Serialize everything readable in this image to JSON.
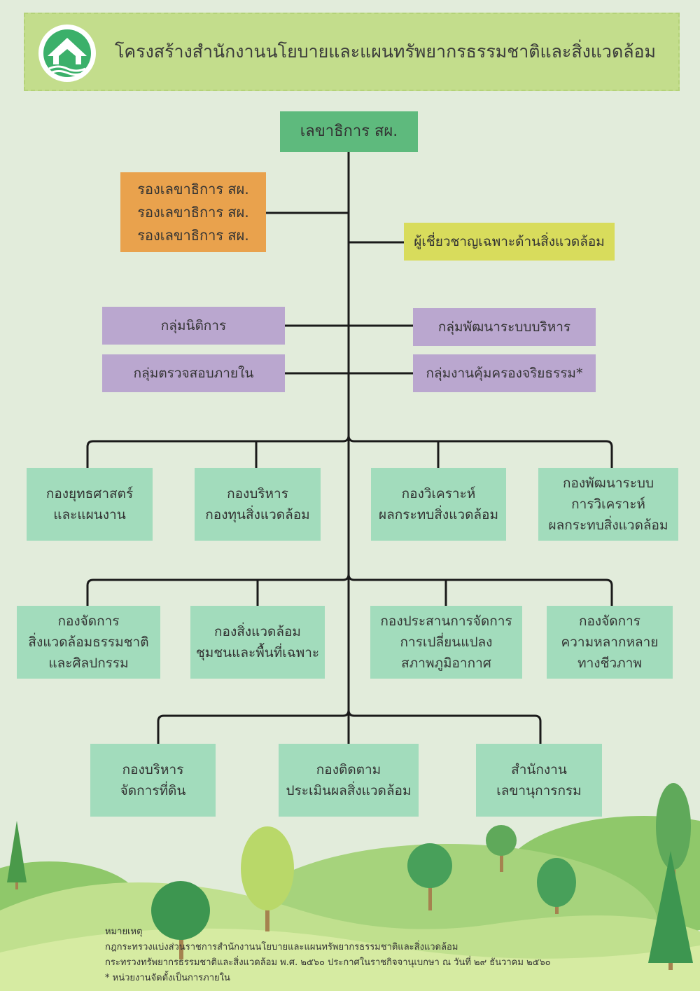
{
  "header": {
    "title": "โครงสร้างสำนักงานนโยบายและแผนทรัพยากรธรรมชาติและสิ่งแวดล้อม"
  },
  "colors": {
    "background": "#e2ecdb",
    "header": "#c3dd8c",
    "top": "#5eba7d",
    "deputy": "#e9a24d",
    "expert": "#d8dc5c",
    "group": "#baa7cf",
    "division": "#a2dcbc"
  },
  "org": {
    "secretary_general": "เลขาธิการ สผ.",
    "deputies": [
      "รองเลขาธิการ สผ.",
      "รองเลขาธิการ สผ.",
      "รองเลขาธิการ สผ."
    ],
    "expert": "ผู้เชี่ยวชาญเฉพาะด้านสิ่งแวดล้อม",
    "groups_left": [
      "กลุ่มนิติการ",
      "กลุ่มตรวจสอบภายใน"
    ],
    "groups_right": [
      "กลุ่มพัฒนาระบบบริหาร",
      "กลุ่มงานคุ้มครองจริยธรรม*"
    ],
    "row1": [
      [
        "กองยุทธศาสตร์",
        "และแผนงาน"
      ],
      [
        "กองบริหาร",
        "กองทุนสิ่งแวดล้อม"
      ],
      [
        "กองวิเคราะห์",
        "ผลกระทบสิ่งแวดล้อม"
      ],
      [
        "กองพัฒนาระบบ",
        "การวิเคราะห์",
        "ผลกระทบสิ่งแวดล้อม"
      ]
    ],
    "row2": [
      [
        "กองจัดการ",
        "สิ่งแวดล้อมธรรมชาติ",
        "และศิลปกรรม"
      ],
      [
        "กองสิ่งแวดล้อม",
        "ชุมชนและพื้นที่เฉพาะ"
      ],
      [
        "กองประสานการจัดการ",
        "การเปลี่ยนแปลง",
        "สภาพภูมิอากาศ"
      ],
      [
        "กองจัดการ",
        "ความหลากหลาย",
        "ทางชีวภาพ"
      ]
    ],
    "row3": [
      [
        "กองบริหาร",
        "จัดการที่ดิน"
      ],
      [
        "กองติดตาม",
        "ประเมินผลสิ่งแวดล้อม"
      ],
      [
        "สำนักงาน",
        "เลขานุการกรม"
      ]
    ]
  },
  "notes": {
    "heading": "หมายเหตุ",
    "line1": "กฎกระทรวงแบ่งส่วนราชการสำนักงานนโยบายและแผนทรัพยากรธรรมชาติและสิ่งแวดล้อม",
    "line2": "กระทรวงทรัพยากรธรรมชาติและสิ่งแวดล้อม พ.ศ. ๒๕๖๐  ประกาศในราชกิจจานุเบกษา ณ วันที่ ๒๙ ธันวาคม ๒๕๖๐",
    "line3": "* หน่วยงานจัดตั้งเป็นการภายใน"
  }
}
